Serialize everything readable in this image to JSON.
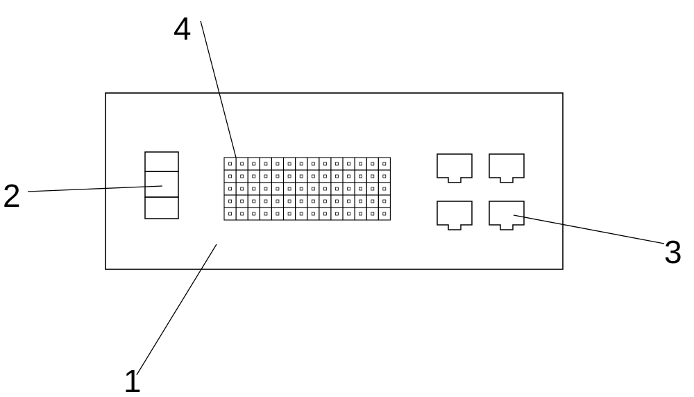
{
  "diagram": {
    "callouts": {
      "panel": "1",
      "switch": "2",
      "ports": "3",
      "grid": "4"
    },
    "grid": {
      "rows": 5,
      "columns": 14
    },
    "ports": {
      "count": 4
    }
  }
}
